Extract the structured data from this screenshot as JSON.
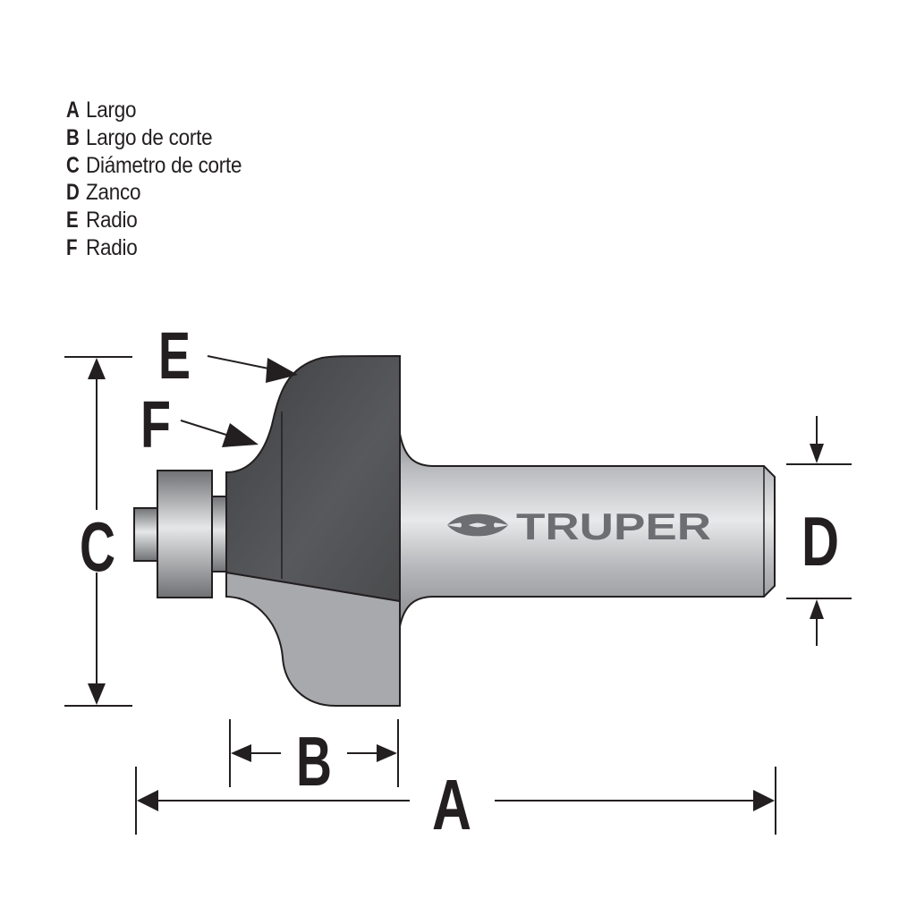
{
  "legend": [
    {
      "letter": "A",
      "label": "Largo"
    },
    {
      "letter": "B",
      "label": "Largo de corte"
    },
    {
      "letter": "C",
      "label": "Diámetro de corte"
    },
    {
      "letter": "D",
      "label": "Zanco"
    },
    {
      "letter": "E",
      "label": "Radio"
    },
    {
      "letter": "F",
      "label": "Radio"
    }
  ],
  "dimensions": {
    "A": "A",
    "B": "B",
    "C": "C",
    "D": "D",
    "E": "E",
    "F": "F"
  },
  "brand": {
    "name": "TRUPER",
    "logo_icon": "truper-logo-icon"
  },
  "colors": {
    "ink": "#231f20",
    "cutter_dark": "#48494b",
    "cutter_light": "#a7a9ac",
    "brand_gray": "#6d6e71",
    "shank_light": "#e6e7e8",
    "shank_dark": "#939598"
  }
}
